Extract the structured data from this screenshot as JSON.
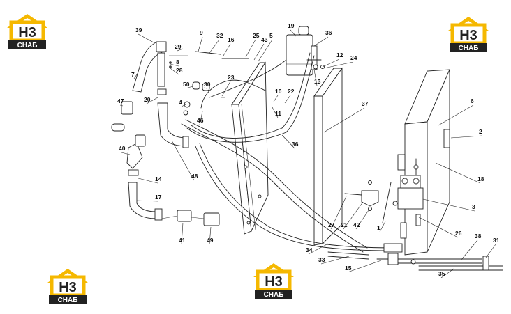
{
  "brand": {
    "logo_mark": "H3",
    "logo_word": "CHAБ",
    "roof_color": "#f5b800",
    "box_color": "#222222"
  },
  "logos": [
    {
      "id": "logo-top-left"
    },
    {
      "id": "logo-top-right"
    },
    {
      "id": "logo-bottom-left"
    },
    {
      "id": "logo-bottom-center"
    }
  ],
  "parts": [
    "1",
    "2",
    "3",
    "4",
    "5",
    "6",
    "7",
    "8",
    "9",
    "10",
    "11",
    "12",
    "13",
    "14",
    "15",
    "16",
    "17",
    "18",
    "19",
    "20",
    "21",
    "22",
    "23",
    "24",
    "25",
    "26",
    "27",
    "28",
    "29",
    "30",
    "31",
    "32",
    "33",
    "34",
    "35",
    "36",
    "37",
    "38",
    "39",
    "40",
    "41",
    "42",
    "43",
    "46",
    "47",
    "48",
    "49",
    "50"
  ]
}
